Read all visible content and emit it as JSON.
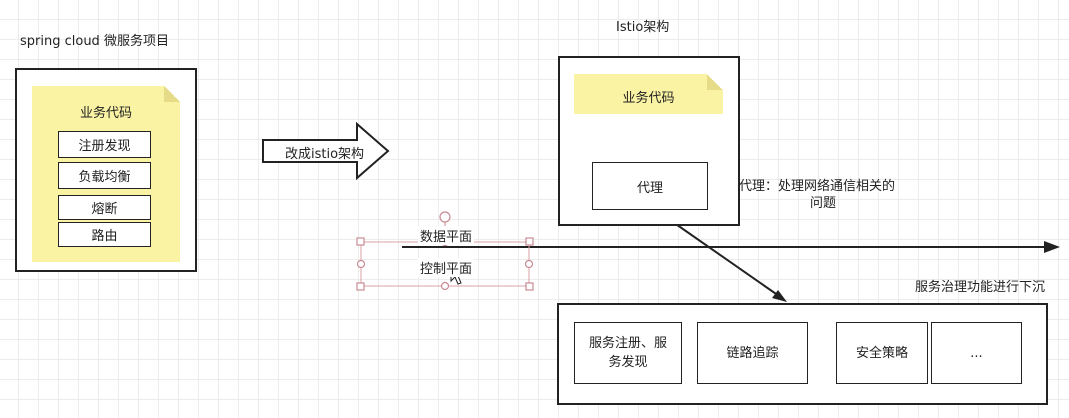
{
  "left": {
    "title": "spring cloud 微服务项目",
    "note_title": "业务代码",
    "items": [
      "注册发现",
      "负载均衡",
      "熔断",
      "路由"
    ]
  },
  "arrow_label": "改成istio架构",
  "istio": {
    "title": "Istio架构",
    "note_title": "业务代码",
    "proxy": "代理",
    "proxy_desc_line1": "代理：处理网络通信相关的",
    "proxy_desc_line2": "问题"
  },
  "planes": {
    "data": "数据平面",
    "control": "控制平面"
  },
  "governance": {
    "title": "服务治理功能进行下沉",
    "items": [
      {
        "line1": "服务注册、服",
        "line2": "务发现"
      },
      {
        "line1": "链路追踪",
        "line2": ""
      },
      {
        "line1": "安全策略",
        "line2": ""
      },
      {
        "line1": "...",
        "line2": ""
      }
    ]
  }
}
